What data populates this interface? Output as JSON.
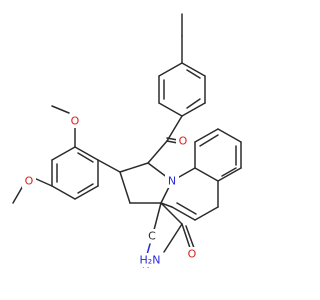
{
  "molecule": {
    "atom_labels": {
      "methoxy_top_O": "O",
      "methoxy_bottom_O": "O",
      "carbonyl_O_ketone": "O",
      "ring_N": "N",
      "nitrile_C": "C",
      "nitrile_N": "N",
      "amide_O": "O",
      "amide_N": "H₂N"
    },
    "colors": {
      "bond": "#2b2b2b",
      "oxygen": "#d8201c",
      "nitrogen": "#2a2ad6",
      "background": "#ffffff"
    }
  }
}
